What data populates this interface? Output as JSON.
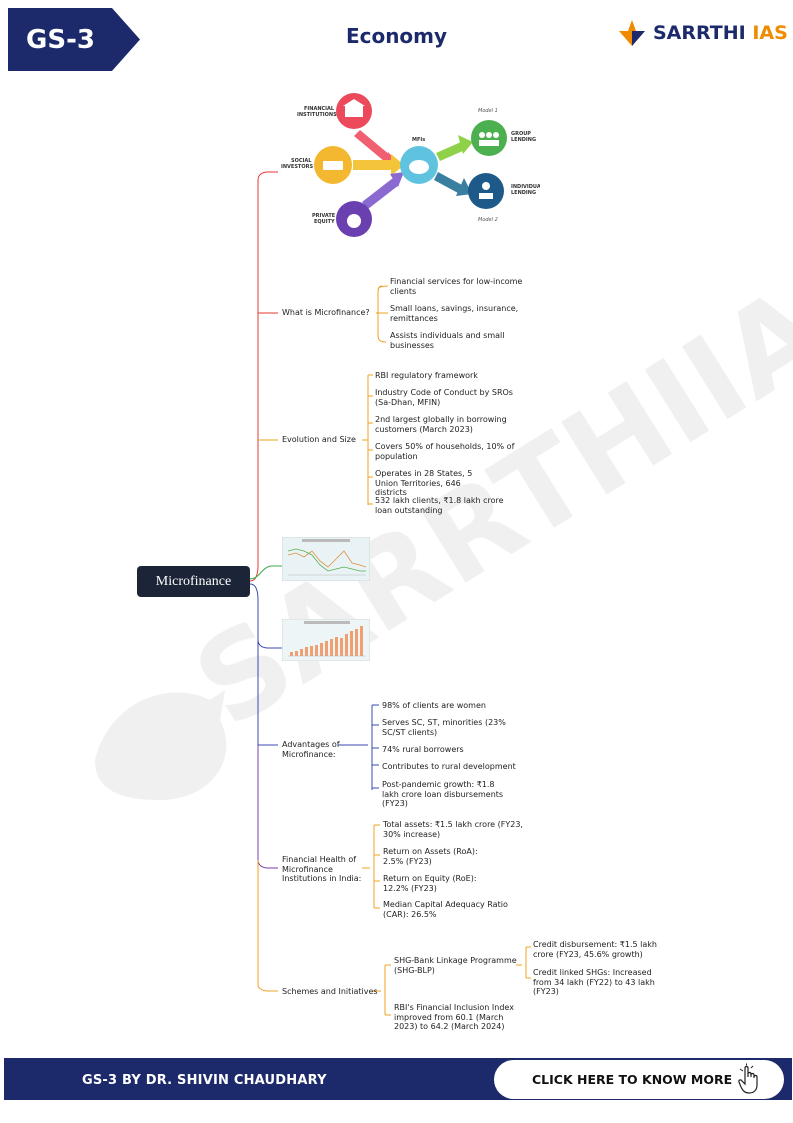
{
  "header": {
    "tag": "GS-3",
    "title": "Economy",
    "brand_part1": "SARRTHI",
    "brand_part2": "IAS",
    "watermark": "SARRTHIIAS"
  },
  "root": "Microfinance",
  "diagram": {
    "labels": {
      "fi": "FINANCIAL\nINSTITUTIONS",
      "si": "SOCIAL\nINVESTORS",
      "pe": "PRIVATE\nEQUITY",
      "mfis": "MFIs",
      "model1": "Model 1",
      "model2": "Model 2",
      "group": "GROUP\nLENDING",
      "individual": "INDIVIDUAL\nLENDING"
    }
  },
  "branches": {
    "what": {
      "label": "What is Microfinance?",
      "items": [
        "Financial services for low-income clients",
        "Small loans, savings, insurance, remittances",
        "Assists individuals and small businesses"
      ]
    },
    "evolution": {
      "label": "Evolution and Size",
      "items": [
        "RBI regulatory framework",
        "Industry Code of Conduct by SROs (Sa-Dhan, MFIN)",
        "2nd largest globally in borrowing customers (March 2023)",
        "Covers 50% of households, 10% of population",
        "Operates in 28 States, 5 Union Territories, 646 districts",
        "532 lakh clients, ₹1.8 lakh crore loan outstanding"
      ]
    },
    "advantages": {
      "label": "Advantages of Microfinance:",
      "items": [
        "98% of clients are women",
        "Serves SC, ST, minorities (23% SC/ST clients)",
        "74% rural borrowers",
        "Contributes to rural development",
        "Post-pandemic growth: ₹1.8 lakh crore loan disbursements (FY23)"
      ]
    },
    "health": {
      "label": "Financial Health of Microfinance Institutions in India:",
      "items": [
        "Total assets: ₹1.5 lakh crore (FY23, 30% increase)",
        "Return on Assets (RoA): 2.5% (FY23)",
        "Return on Equity (RoE): 12.2% (FY23)",
        "Median Capital Adequacy Ratio (CAR): 26.5%"
      ]
    },
    "schemes": {
      "label": "Schemes and Initiatives",
      "shg": "SHG-Bank Linkage Programme (SHG-BLP)",
      "shg_items": [
        "Credit disbursement: ₹1.5 lakh crore (FY23, 45.6% growth)",
        "Credit linked SHGs: Increased from 34 lakh (FY22) to 43 lakh (FY23)"
      ],
      "rbi": "RBI's Financial Inclusion Index improved from 60.1 (March 2023) to 64.2 (March 2024)"
    }
  },
  "footer": {
    "author": "GS-3 BY DR. SHIVIN CHAUDHARY",
    "cta": "CLICK HERE TO KNOW MORE"
  },
  "colors": {
    "navy": "#1c2a6b",
    "orange": "#f08a00",
    "branch_red": "#e53935",
    "branch_orange": "#f0a020",
    "branch_green": "#3aa845",
    "branch_blue": "#3849b0",
    "branch_purple": "#7a3fb0"
  }
}
